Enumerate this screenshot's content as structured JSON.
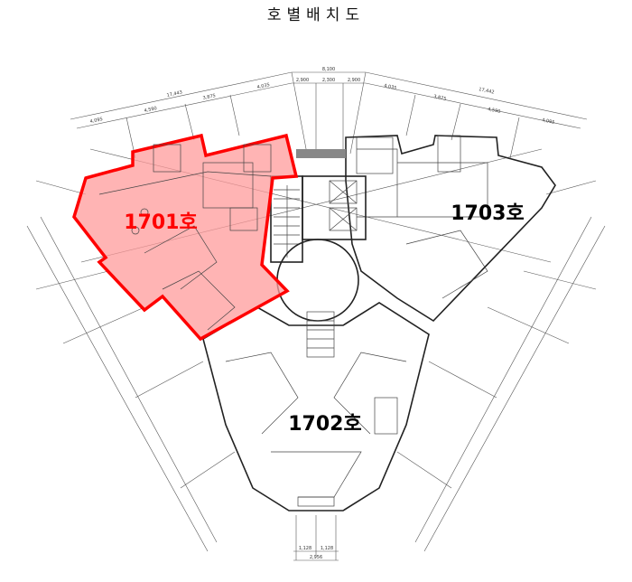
{
  "title": "호별배치도",
  "units": {
    "u1701": {
      "label": "1701호",
      "color": "#ff0000",
      "highlight_fill": "#ff9b9b",
      "highlighted": true
    },
    "u1702": {
      "label": "1702호",
      "color": "#000000",
      "highlighted": false
    },
    "u1703": {
      "label": "1703호",
      "color": "#000000",
      "highlighted": false
    }
  },
  "dimensions": {
    "top_total": "8,100",
    "top_left_seg": "2,900",
    "top_mid_seg": "2,300",
    "top_right_seg": "2,900",
    "left_total": "17,443",
    "left_segs": [
      "4,095",
      "4,590",
      "3,875",
      "4,035"
    ],
    "right_total": "17,442",
    "right_segs": [
      "4,035",
      "3,875",
      "4,590",
      "4,095"
    ],
    "bottom_segs": [
      "1,128",
      "1,128"
    ],
    "bottom_total": "2,956"
  }
}
